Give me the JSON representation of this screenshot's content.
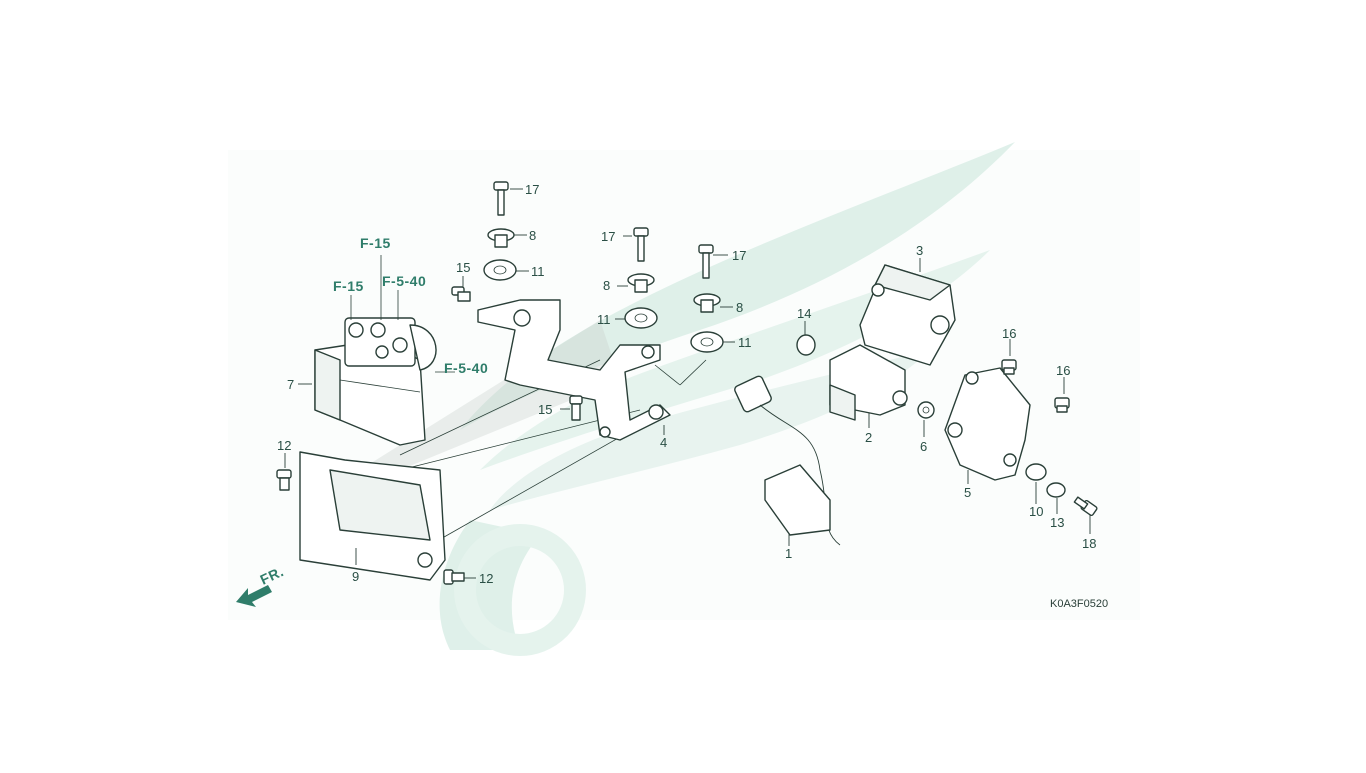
{
  "diagram_code": "K0A3F0520",
  "front_marker": "FR.",
  "references": [
    "F-15",
    "F-15",
    "F-5-40",
    "F-5-40"
  ],
  "callouts": [
    {
      "id": "17a",
      "label": "17"
    },
    {
      "id": "8a",
      "label": "8"
    },
    {
      "id": "11a",
      "label": "11"
    },
    {
      "id": "15a",
      "label": "15"
    },
    {
      "id": "17b",
      "label": "17"
    },
    {
      "id": "8b",
      "label": "8"
    },
    {
      "id": "11b",
      "label": "11"
    },
    {
      "id": "17c",
      "label": "17"
    },
    {
      "id": "8c",
      "label": "8"
    },
    {
      "id": "11c",
      "label": "11"
    },
    {
      "id": "15b",
      "label": "15"
    },
    {
      "id": "4",
      "label": "4"
    },
    {
      "id": "7",
      "label": "7"
    },
    {
      "id": "12a",
      "label": "12"
    },
    {
      "id": "9",
      "label": "9"
    },
    {
      "id": "12b",
      "label": "12"
    },
    {
      "id": "14",
      "label": "14"
    },
    {
      "id": "3",
      "label": "3"
    },
    {
      "id": "2",
      "label": "2"
    },
    {
      "id": "6",
      "label": "6"
    },
    {
      "id": "1",
      "label": "1"
    },
    {
      "id": "16a",
      "label": "16"
    },
    {
      "id": "16b",
      "label": "16"
    },
    {
      "id": "5",
      "label": "5"
    },
    {
      "id": "10",
      "label": "10"
    },
    {
      "id": "13",
      "label": "13"
    },
    {
      "id": "18",
      "label": "18"
    }
  ],
  "colors": {
    "line": "#2a3f38",
    "reference_text": "#2f7d6a",
    "watermark": "#d9ede6",
    "background": "#ffffff"
  }
}
